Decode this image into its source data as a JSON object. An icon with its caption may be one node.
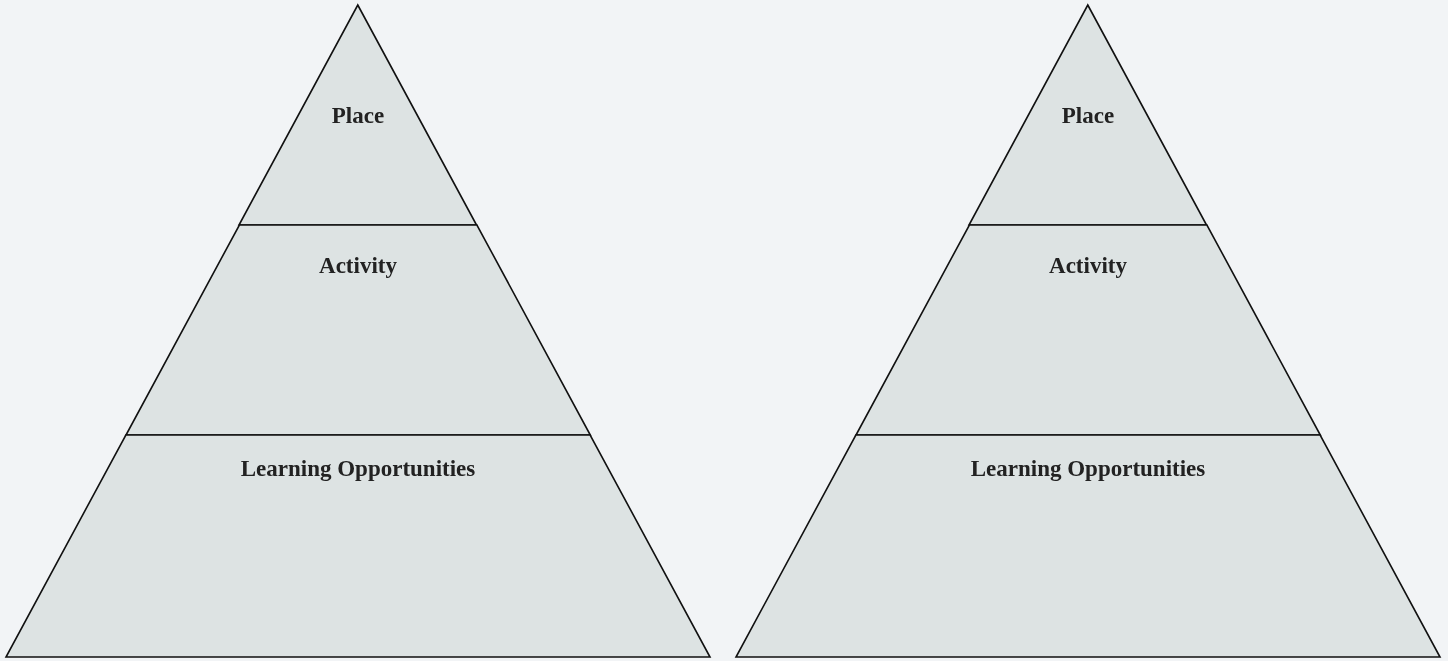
{
  "diagram": {
    "nodes": [
      {
        "text": [
          "Place"
        ]
      },
      {
        "text": [
          "Activity"
        ]
      },
      {
        "text": [
          "Learning Opportunities"
        ]
      },
      {
        "text": [
          "Place"
        ]
      },
      {
        "text": [
          "Activity"
        ]
      },
      {
        "text": [
          "Learning Opportunities"
        ]
      }
    ]
  }
}
